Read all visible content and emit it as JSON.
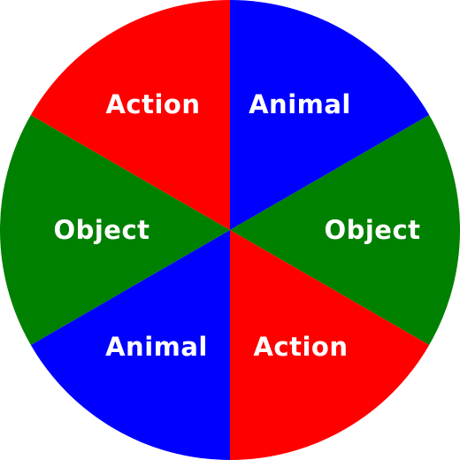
{
  "wheel": {
    "segments": [
      {
        "label": "Animal",
        "color": "#0000ff"
      },
      {
        "label": "Object",
        "color": "#008000"
      },
      {
        "label": "Action",
        "color": "#ff0000"
      },
      {
        "label": "Animal",
        "color": "#0000ff"
      },
      {
        "label": "Object",
        "color": "#008000"
      },
      {
        "label": "Action",
        "color": "#ff0000"
      }
    ]
  }
}
